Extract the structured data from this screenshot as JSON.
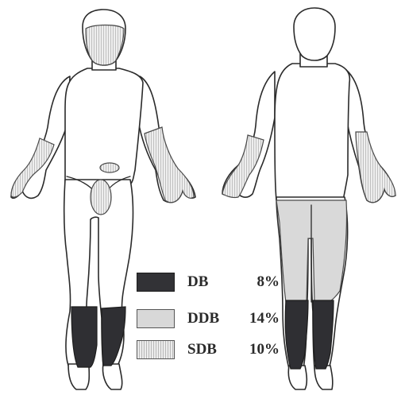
{
  "legend": [
    {
      "label": "DB",
      "percent": "8%",
      "color": "#323236"
    },
    {
      "label": "DDB",
      "percent": "14%",
      "color": "#d8d8d8"
    },
    {
      "label": "SDB",
      "percent": "10%",
      "color": "#ececec"
    }
  ]
}
